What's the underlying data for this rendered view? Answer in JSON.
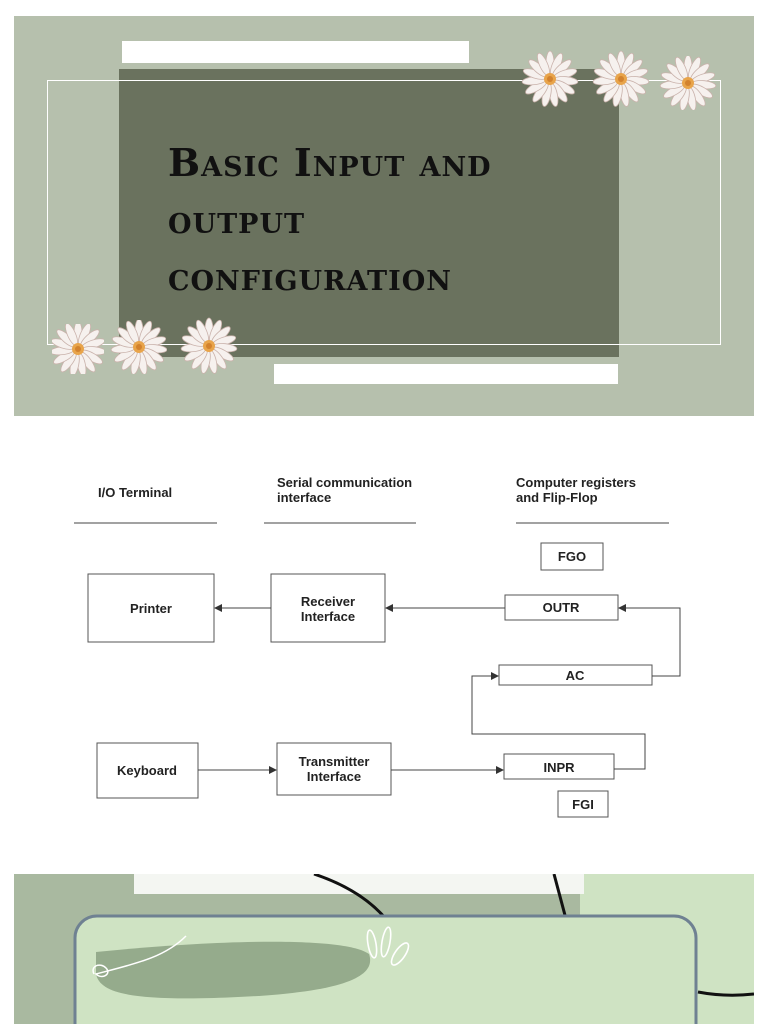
{
  "slide1": {
    "title_lines": [
      "Basic Input and",
      "output",
      "configuration"
    ]
  },
  "diagram": {
    "headers": {
      "io_terminal": "I/O Terminal",
      "serial_line1": "Serial communication",
      "serial_line2": "interface",
      "registers_line1": "Computer registers",
      "registers_line2": "and Flip-Flop"
    },
    "boxes": {
      "printer": "Printer",
      "receiver_line1": "Receiver",
      "receiver_line2": "Interface",
      "keyboard": "Keyboard",
      "transmitter_line1": "Transmitter",
      "transmitter_line2": "Interface",
      "fgo": "FGO",
      "outr": "OUTR",
      "ac": "AC",
      "inpr": "INPR",
      "fgi": "FGI"
    }
  },
  "colors": {
    "slide_bg": "#b6c0ad",
    "dark_panel": "#6a725e",
    "slide3_bg": "#a9b9a0",
    "card_bg": "#cfe3c3"
  }
}
